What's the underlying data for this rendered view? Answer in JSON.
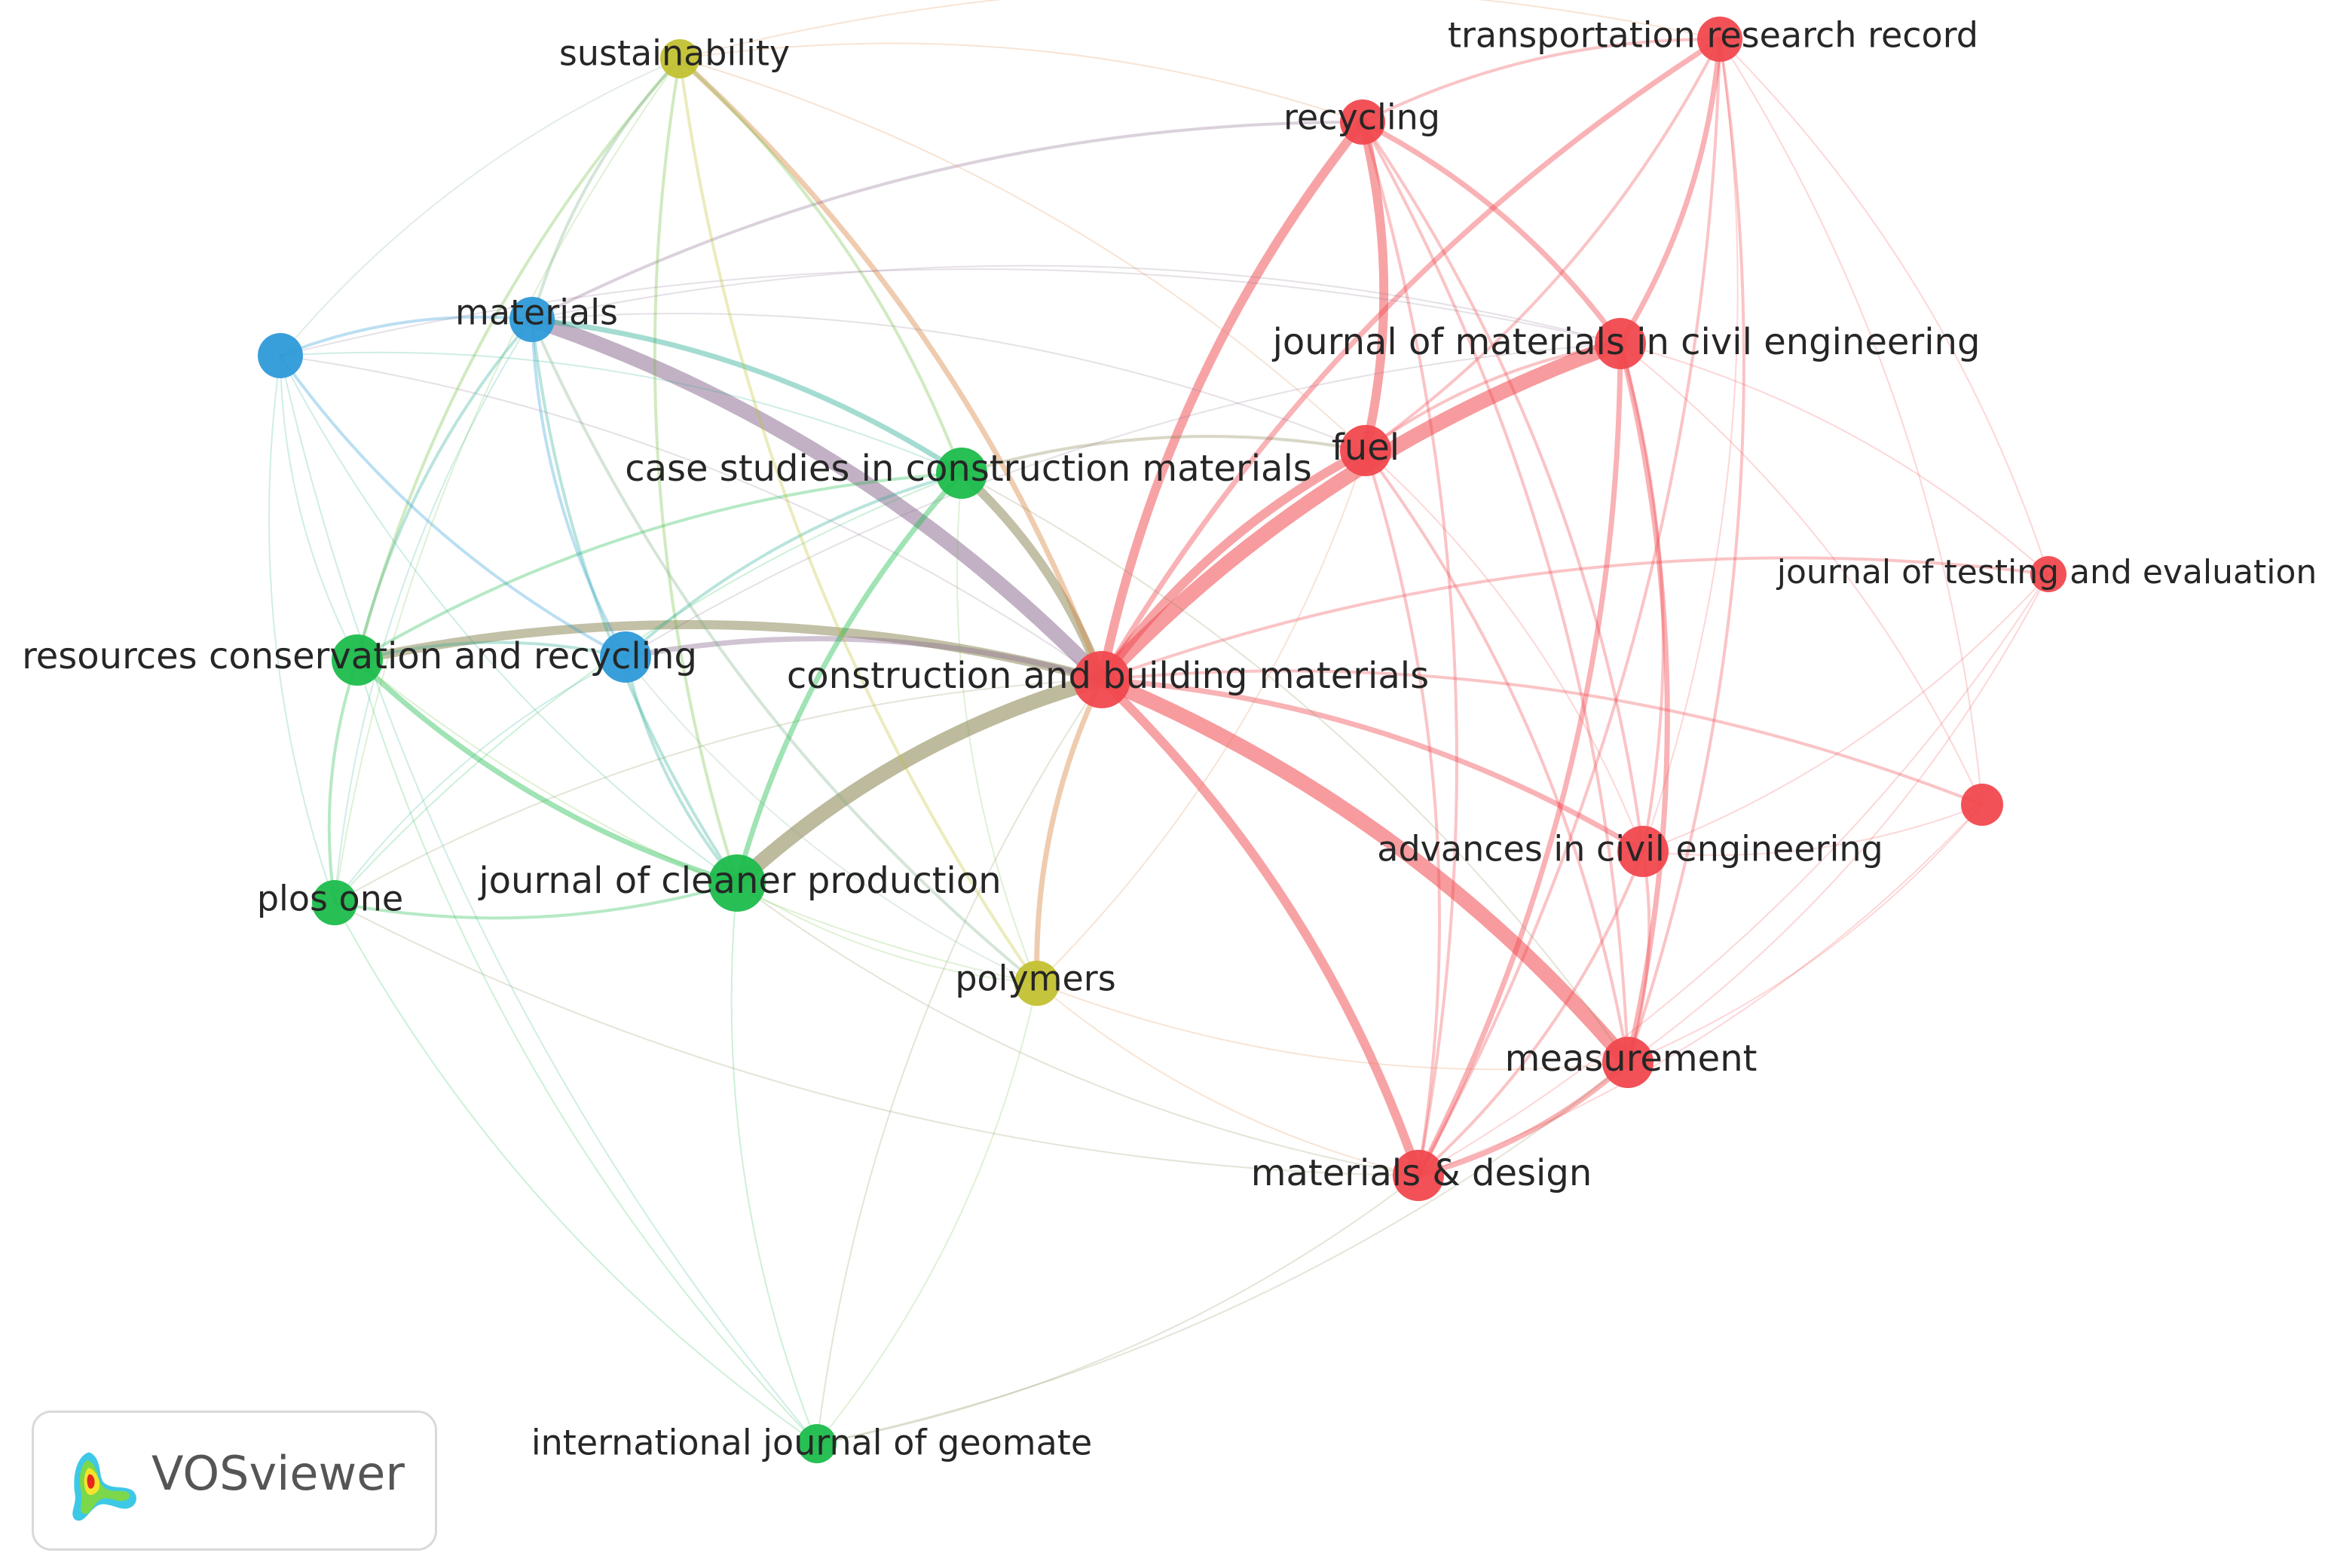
{
  "diagram": {
    "type": "bibliometric-network",
    "colors": {
      "red": "#f0484e",
      "green": "#1cbc4c",
      "blue": "#2d9ad8",
      "yellow": "#c2c131"
    },
    "nodes": [
      {
        "id": "sustainability",
        "label": "sustainability",
        "cluster": "yellow"
      },
      {
        "id": "transportation",
        "label": "transportation research record",
        "cluster": "red"
      },
      {
        "id": "recycling",
        "label": "recycling",
        "cluster": "red"
      },
      {
        "id": "materials",
        "label": "materials",
        "cluster": "blue"
      },
      {
        "id": "blue-unlabeled",
        "label": "",
        "cluster": "blue"
      },
      {
        "id": "jmce",
        "label": "journal of materials in civil engineering",
        "cluster": "red"
      },
      {
        "id": "fuel",
        "label": "fuel",
        "cluster": "red"
      },
      {
        "id": "cscm",
        "label": "case studies in construction materials",
        "cluster": "green"
      },
      {
        "id": "jte",
        "label": "journal of testing and evaluation",
        "cluster": "red"
      },
      {
        "id": "rcr",
        "label": "resources conservation and recycling",
        "cluster": "green"
      },
      {
        "id": "blue-rcr",
        "label": "",
        "cluster": "blue"
      },
      {
        "id": "cbm",
        "label": "construction and building materials",
        "cluster": "red"
      },
      {
        "id": "red-unlabeled",
        "label": "",
        "cluster": "red"
      },
      {
        "id": "aice",
        "label": "advances in civil engineering",
        "cluster": "red"
      },
      {
        "id": "plos",
        "label": "plos one",
        "cluster": "green"
      },
      {
        "id": "jcp",
        "label": "journal of cleaner production",
        "cluster": "green"
      },
      {
        "id": "polymers",
        "label": "polymers",
        "cluster": "yellow"
      },
      {
        "id": "measurement",
        "label": "measurement",
        "cluster": "red"
      },
      {
        "id": "md",
        "label": "materials & design",
        "cluster": "red"
      },
      {
        "id": "ijg",
        "label": "international journal of geomate",
        "cluster": "green"
      }
    ],
    "links": [
      {
        "source": "cbm",
        "target": "jcp",
        "strength": 5
      },
      {
        "source": "cbm",
        "target": "rcr",
        "strength": 4
      },
      {
        "source": "cbm",
        "target": "materials",
        "strength": 5
      },
      {
        "source": "cbm",
        "target": "jmce",
        "strength": 5
      },
      {
        "source": "cbm",
        "target": "measurement",
        "strength": 5
      },
      {
        "source": "cbm",
        "target": "md",
        "strength": 4
      },
      {
        "source": "cbm",
        "target": "fuel",
        "strength": 4
      },
      {
        "source": "cbm",
        "target": "recycling",
        "strength": 4
      },
      {
        "source": "cbm",
        "target": "cscm",
        "strength": 4
      },
      {
        "source": "cbm",
        "target": "polymers",
        "strength": 3
      },
      {
        "source": "cbm",
        "target": "sustainability",
        "strength": 3
      },
      {
        "source": "cbm",
        "target": "aice",
        "strength": 3
      },
      {
        "source": "cbm",
        "target": "transportation",
        "strength": 3
      },
      {
        "source": "cbm",
        "target": "blue-rcr",
        "strength": 3
      },
      {
        "source": "cbm",
        "target": "jte",
        "strength": 2
      },
      {
        "source": "cbm",
        "target": "red-unlabeled",
        "strength": 2
      },
      {
        "source": "cbm",
        "target": "ijg",
        "strength": 1
      },
      {
        "source": "cbm",
        "target": "plos",
        "strength": 1
      },
      {
        "source": "cbm",
        "target": "blue-unlabeled",
        "strength": 1
      },
      {
        "source": "jmce",
        "target": "transportation",
        "strength": 3
      },
      {
        "source": "jmce",
        "target": "recycling",
        "strength": 3
      },
      {
        "source": "jmce",
        "target": "measurement",
        "strength": 3
      },
      {
        "source": "jmce",
        "target": "aice",
        "strength": 2
      },
      {
        "source": "jmce",
        "target": "md",
        "strength": 3
      },
      {
        "source": "jmce",
        "target": "fuel",
        "strength": 2
      },
      {
        "source": "jmce",
        "target": "jte",
        "strength": 1
      },
      {
        "source": "jmce",
        "target": "red-unlabeled",
        "strength": 1
      },
      {
        "source": "recycling",
        "target": "fuel",
        "strength": 4
      },
      {
        "source": "recycling",
        "target": "transportation",
        "strength": 2
      },
      {
        "source": "recycling",
        "target": "measurement",
        "strength": 2
      },
      {
        "source": "recycling",
        "target": "md",
        "strength": 2
      },
      {
        "source": "recycling",
        "target": "aice",
        "strength": 2
      },
      {
        "source": "recycling",
        "target": "materials",
        "strength": 2
      },
      {
        "source": "transportation",
        "target": "fuel",
        "strength": 2
      },
      {
        "source": "transportation",
        "target": "measurement",
        "strength": 2
      },
      {
        "source": "transportation",
        "target": "md",
        "strength": 2
      },
      {
        "source": "transportation",
        "target": "aice",
        "strength": 1
      },
      {
        "source": "transportation",
        "target": "red-unlabeled",
        "strength": 1
      },
      {
        "source": "transportation",
        "target": "jte",
        "strength": 1
      },
      {
        "source": "fuel",
        "target": "measurement",
        "strength": 2
      },
      {
        "source": "fuel",
        "target": "md",
        "strength": 2
      },
      {
        "source": "fuel",
        "target": "aice",
        "strength": 1
      },
      {
        "source": "fuel",
        "target": "cscm",
        "strength": 2
      },
      {
        "source": "measurement",
        "target": "md",
        "strength": 3
      },
      {
        "source": "measurement",
        "target": "aice",
        "strength": 2
      },
      {
        "source": "measurement",
        "target": "jte",
        "strength": 1
      },
      {
        "source": "measurement",
        "target": "red-unlabeled",
        "strength": 1
      },
      {
        "source": "aice",
        "target": "md",
        "strength": 2
      },
      {
        "source": "aice",
        "target": "jte",
        "strength": 1
      },
      {
        "source": "aice",
        "target": "red-unlabeled",
        "strength": 1
      },
      {
        "source": "md",
        "target": "jte",
        "strength": 1
      },
      {
        "source": "md",
        "target": "red-unlabeled",
        "strength": 1
      },
      {
        "source": "rcr",
        "target": "jcp",
        "strength": 3
      },
      {
        "source": "rcr",
        "target": "cscm",
        "strength": 2
      },
      {
        "source": "rcr",
        "target": "plos",
        "strength": 2
      },
      {
        "source": "rcr",
        "target": "materials",
        "strength": 2
      },
      {
        "source": "rcr",
        "target": "blue-rcr",
        "strength": 2
      },
      {
        "source": "rcr",
        "target": "sustainability",
        "strength": 2
      },
      {
        "source": "rcr",
        "target": "blue-unlabeled",
        "strength": 1
      },
      {
        "source": "rcr",
        "target": "polymers",
        "strength": 1
      },
      {
        "source": "rcr",
        "target": "ijg",
        "strength": 1
      },
      {
        "source": "jcp",
        "target": "cscm",
        "strength": 3
      },
      {
        "source": "jcp",
        "target": "materials",
        "strength": 2
      },
      {
        "source": "jcp",
        "target": "blue-rcr",
        "strength": 2
      },
      {
        "source": "jcp",
        "target": "plos",
        "strength": 2
      },
      {
        "source": "jcp",
        "target": "sustainability",
        "strength": 2
      },
      {
        "source": "jcp",
        "target": "polymers",
        "strength": 1
      },
      {
        "source": "jcp",
        "target": "ijg",
        "strength": 1
      },
      {
        "source": "jcp",
        "target": "md",
        "strength": 1
      },
      {
        "source": "jcp",
        "target": "blue-unlabeled",
        "strength": 1
      },
      {
        "source": "cscm",
        "target": "materials",
        "strength": 3
      },
      {
        "source": "cscm",
        "target": "sustainability",
        "strength": 2
      },
      {
        "source": "cscm",
        "target": "plos",
        "strength": 1
      },
      {
        "source": "cscm",
        "target": "blue-rcr",
        "strength": 2
      },
      {
        "source": "cscm",
        "target": "polymers",
        "strength": 1
      },
      {
        "source": "cscm",
        "target": "measurement",
        "strength": 1
      },
      {
        "source": "cscm",
        "target": "blue-unlabeled",
        "strength": 1
      },
      {
        "source": "materials",
        "target": "blue-unlabeled",
        "strength": 2
      },
      {
        "source": "materials",
        "target": "blue-rcr",
        "strength": 2
      },
      {
        "source": "materials",
        "target": "sustainability",
        "strength": 2
      },
      {
        "source": "materials",
        "target": "plos",
        "strength": 1
      },
      {
        "source": "materials",
        "target": "polymers",
        "strength": 2
      },
      {
        "source": "materials",
        "target": "jmce",
        "strength": 1
      },
      {
        "source": "materials",
        "target": "fuel",
        "strength": 1
      },
      {
        "source": "blue-unlabeled",
        "target": "blue-rcr",
        "strength": 2
      },
      {
        "source": "blue-unlabeled",
        "target": "plos",
        "strength": 1
      },
      {
        "source": "blue-unlabeled",
        "target": "sustainability",
        "strength": 1
      },
      {
        "source": "blue-unlabeled",
        "target": "jmce",
        "strength": 1
      },
      {
        "source": "blue-rcr",
        "target": "plos",
        "strength": 1
      },
      {
        "source": "blue-rcr",
        "target": "polymers",
        "strength": 1
      },
      {
        "source": "blue-rcr",
        "target": "jmce",
        "strength": 1
      },
      {
        "source": "sustainability",
        "target": "polymers",
        "strength": 2
      },
      {
        "source": "sustainability",
        "target": "recycling",
        "strength": 1
      },
      {
        "source": "sustainability",
        "target": "transportation",
        "strength": 1
      },
      {
        "source": "sustainability",
        "target": "fuel",
        "strength": 1
      },
      {
        "source": "sustainability",
        "target": "plos",
        "strength": 1
      },
      {
        "source": "polymers",
        "target": "measurement",
        "strength": 1
      },
      {
        "source": "polymers",
        "target": "md",
        "strength": 1
      },
      {
        "source": "polymers",
        "target": "ijg",
        "strength": 1
      },
      {
        "source": "polymers",
        "target": "fuel",
        "strength": 1
      },
      {
        "source": "ijg",
        "target": "plos",
        "strength": 1
      },
      {
        "source": "ijg",
        "target": "blue-unlabeled",
        "strength": 1
      },
      {
        "source": "ijg",
        "target": "md",
        "strength": 1
      },
      {
        "source": "ijg",
        "target": "measurement",
        "strength": 1
      },
      {
        "source": "plos",
        "target": "md",
        "strength": 1
      }
    ]
  },
  "badge": {
    "label": "VOSviewer"
  }
}
